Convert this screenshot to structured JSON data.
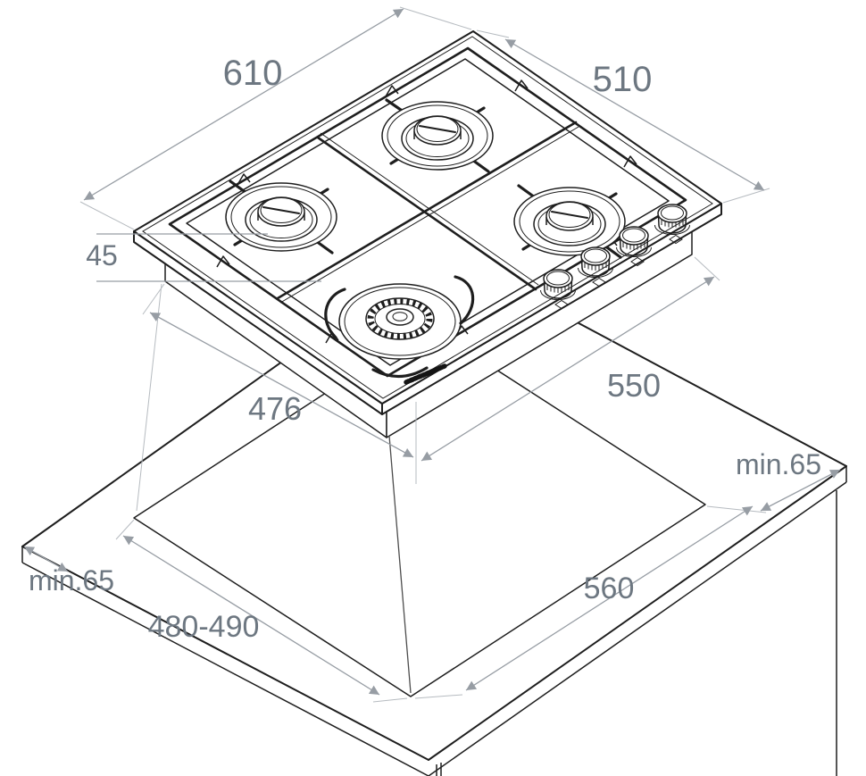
{
  "diagram": {
    "kind": "gas-hob-installation-drawing",
    "colors": {
      "line": "#1e1e1e",
      "dimension_line": "#979da4",
      "extension_line": "#b6bbc0",
      "dimension_text": "#6d7781",
      "background": "#ffffff",
      "brand_mark": "#141414"
    },
    "dimensions": {
      "hob_width": {
        "label": "610"
      },
      "hob_depth": {
        "label": "510"
      },
      "hob_height": {
        "label": "45"
      },
      "body_depth": {
        "label": "476"
      },
      "body_width": {
        "label": "550"
      },
      "side_clearance": {
        "label": "min.65"
      },
      "front_clearance": {
        "label": "min.65"
      },
      "cutout_depth": {
        "label": "480-490"
      },
      "cutout_width": {
        "label": "560"
      }
    }
  }
}
